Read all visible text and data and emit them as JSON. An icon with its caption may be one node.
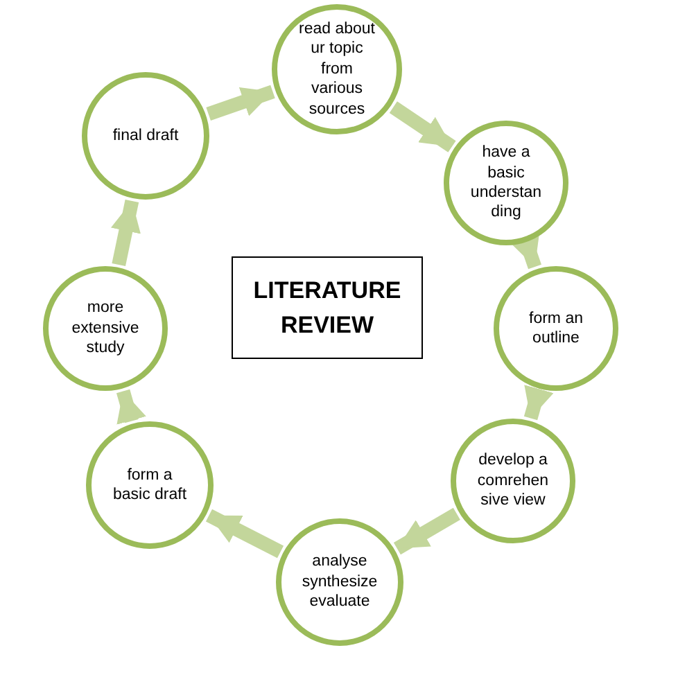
{
  "diagram": {
    "nodes": [
      {
        "text": [
          "read about ur topic from various sources"
        ]
      },
      {
        "text": [
          "have a basic understan ding"
        ]
      },
      {
        "text": [
          "form an outline"
        ]
      },
      {
        "text": [
          "develop a comrehen sive view"
        ]
      },
      {
        "text": [
          "analyse synthesize evaluate"
        ]
      },
      {
        "text": [
          "form a basic draft"
        ]
      },
      {
        "text": [
          "more extensive study"
        ]
      },
      {
        "text": [
          "final draft"
        ]
      },
      {
        "text": [
          "LITERATURE REVIEW"
        ]
      }
    ],
    "edges": [
      {
        "from": 7,
        "to": 0,
        "arrow": "to"
      },
      {
        "from": 0,
        "to": 1,
        "arrow": "to"
      },
      {
        "from": 1,
        "to": 2,
        "arrow": "to"
      },
      {
        "from": 2,
        "to": 3,
        "arrow": "to"
      },
      {
        "from": 3,
        "to": 4,
        "arrow": "to"
      },
      {
        "from": 4,
        "to": 5,
        "arrow": "to"
      },
      {
        "from": 5,
        "to": 6,
        "arrow": "to"
      },
      {
        "from": 6,
        "to": 7,
        "arrow": "to"
      }
    ]
  }
}
